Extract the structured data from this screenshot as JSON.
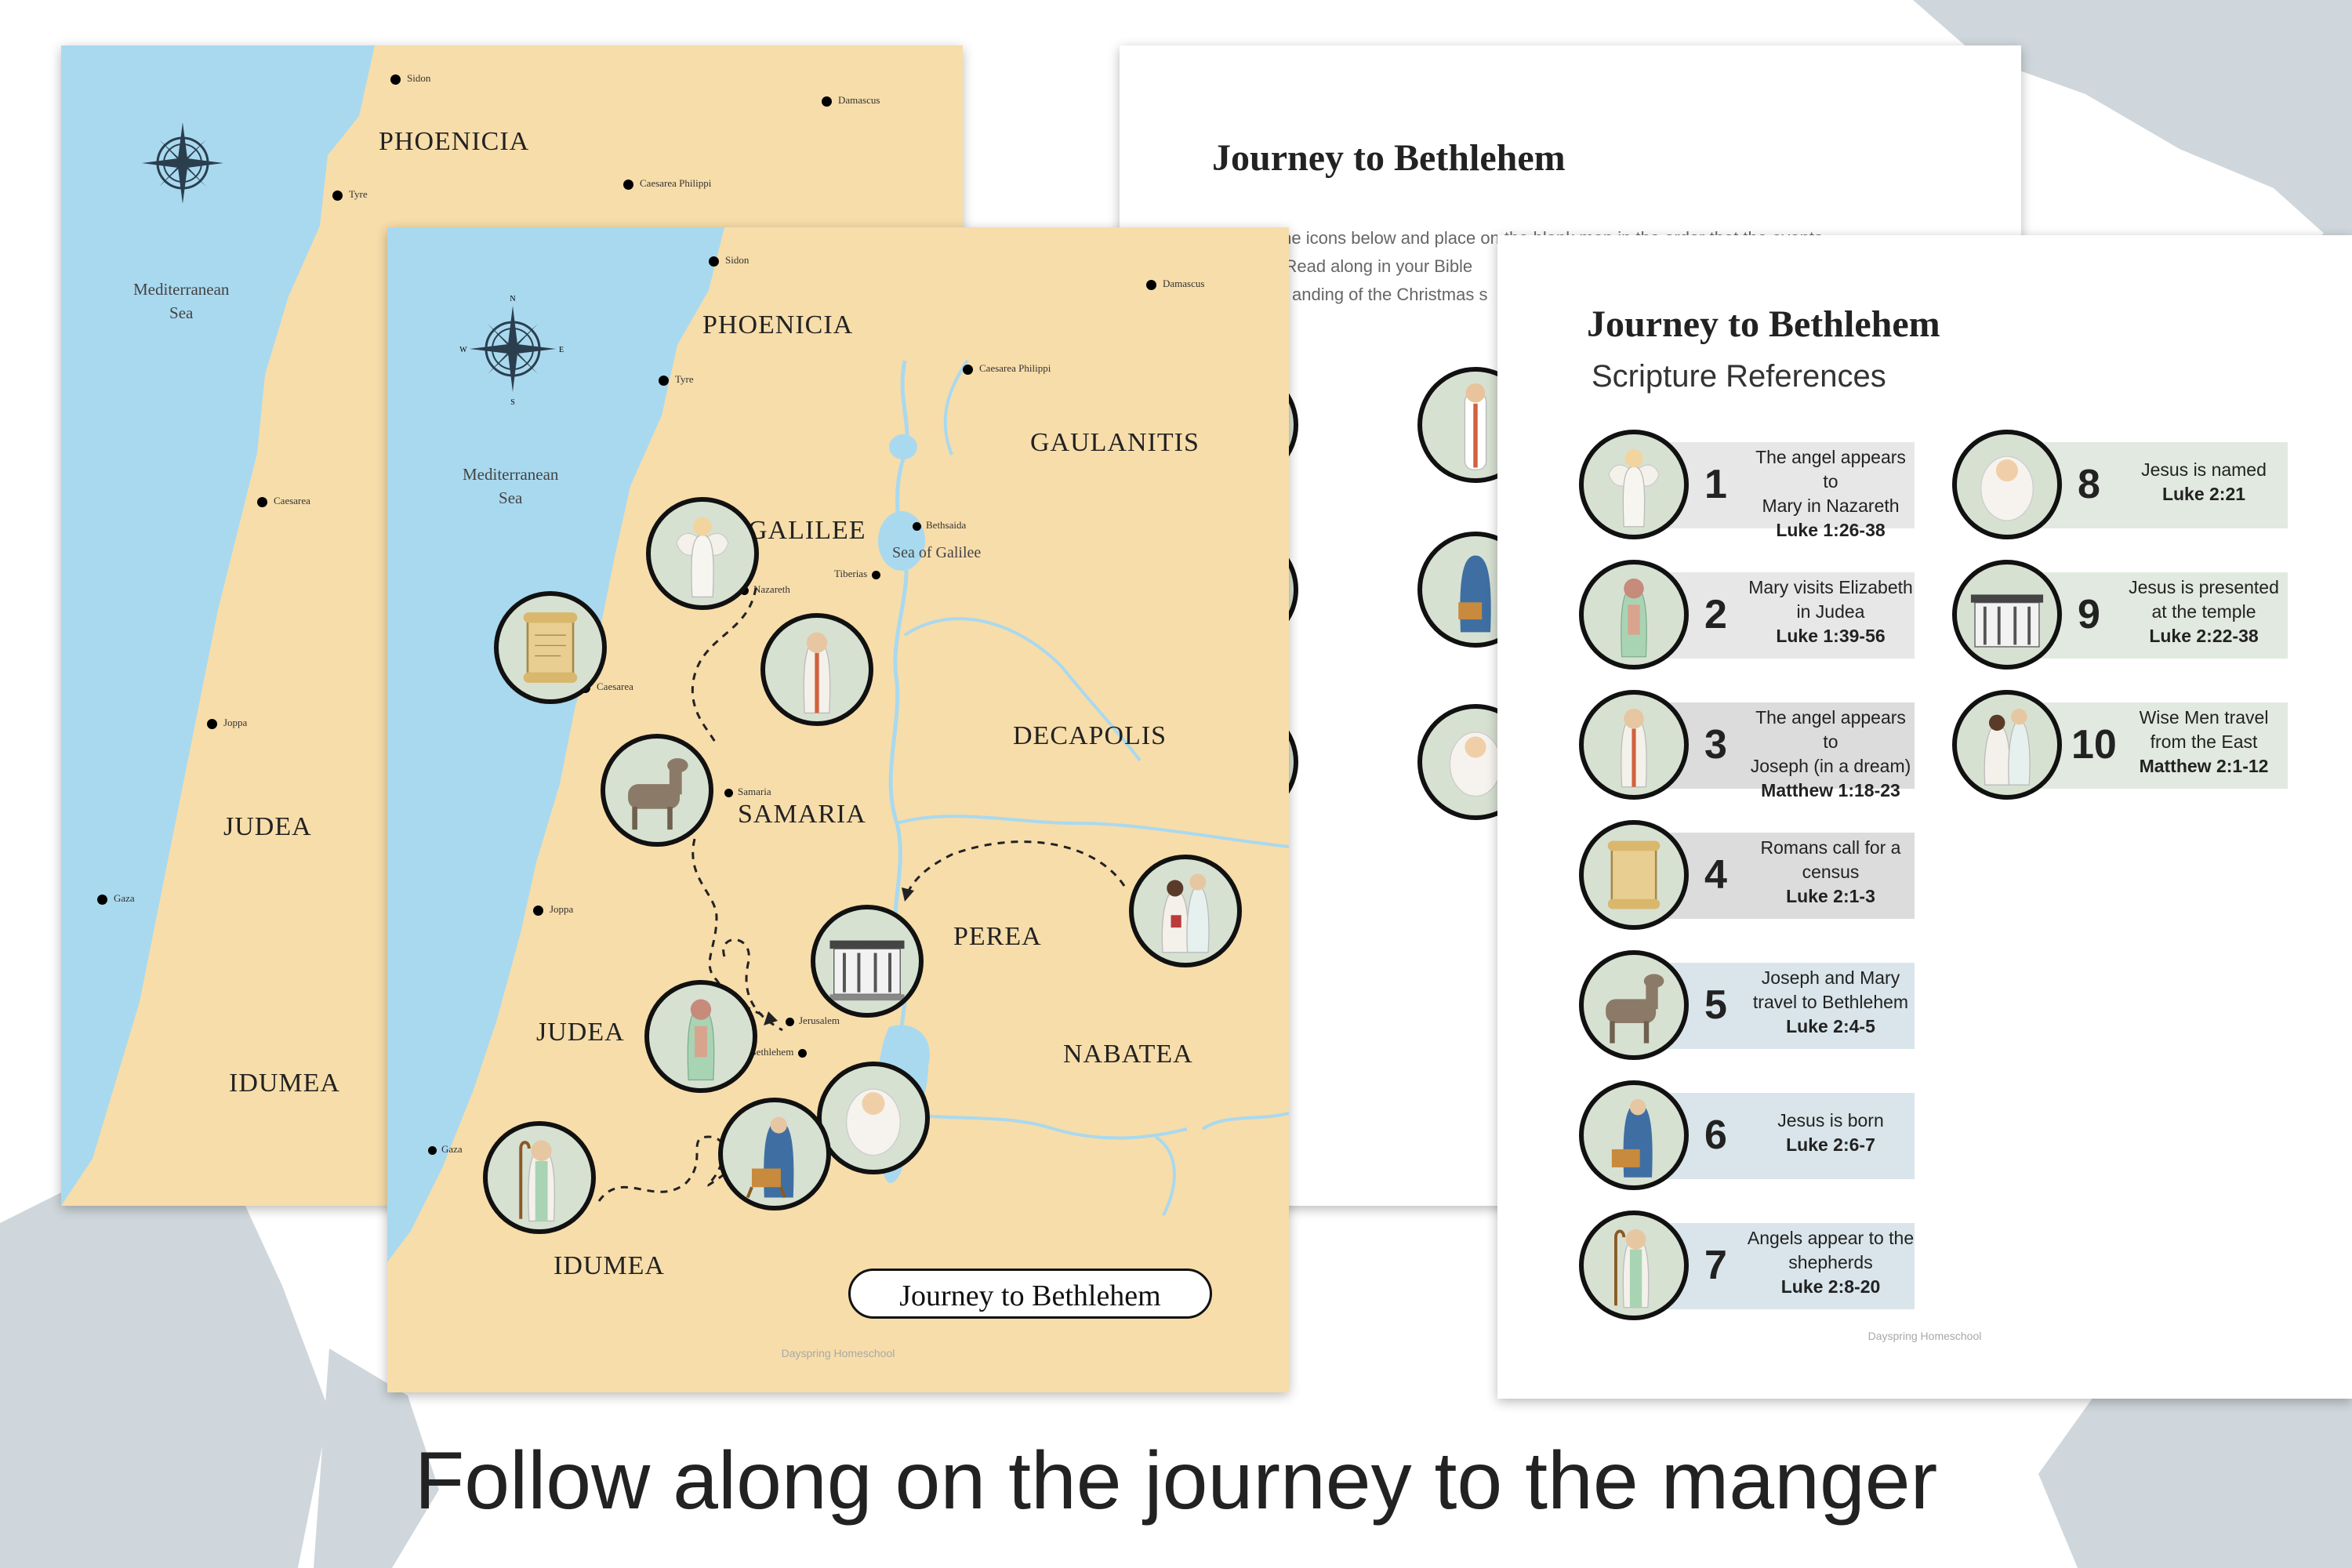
{
  "map_labels": {
    "phoenicia": "PHOENICIA",
    "galilee": "GALILEE",
    "gaulanitis": "GAULANITIS",
    "decapolis": "DECAPOLIS",
    "samaria": "SAMARIA",
    "perea": "PEREA",
    "judea": "JUDEA",
    "nabatea": "NABATEA",
    "idumea": "IDUMEA",
    "sea_med_1": "Mediterranean",
    "sea_med_2": "Sea",
    "sea_galilee": "Sea of Galilee"
  },
  "cities": {
    "sidon": "Sidon",
    "damascus": "Damascus",
    "tyre": "Tyre",
    "caesarea_philippi": "Caesarea Philippi",
    "bethsaida": "Bethsaida",
    "tiberias": "Tiberias",
    "nazareth": "Nazareth",
    "caesarea": "Caesarea",
    "samaria": "Samaria",
    "joppa": "Joppa",
    "jerusalem": "Jerusalem",
    "bethlehem": "Bethlehem",
    "gaza": "Gaza"
  },
  "compass": {
    "n": "N",
    "s": "S",
    "e": "E",
    "w": "W"
  },
  "map_title_badge": "Journey to Bethlehem",
  "map_footer": "Dayspring Homeschool",
  "activity_page": {
    "title": "Journey to Bethlehem",
    "instruction_line1": "Cut out the icons below and place on the blank map in the order that the events",
    "instruction_line2": "d. Read along in your Bible",
    "instruction_line3": "anding of the Christmas  s"
  },
  "references_page": {
    "title": "Journey to Bethlehem",
    "subtitle": "Scripture References",
    "footer": "Dayspring Homeschool",
    "items": [
      {
        "num": "1",
        "line1": "The angel appears to",
        "line2": "Mary in Nazareth",
        "ref": "Luke 1:26-38",
        "icon": "angel-icon"
      },
      {
        "num": "2",
        "line1": "Mary visits Elizabeth",
        "line2": "in Judea",
        "ref": "Luke 1:39-56",
        "icon": "elizabeth-icon"
      },
      {
        "num": "3",
        "line1": "The angel appears to",
        "line2": "Joseph (in a dream)",
        "ref": "Matthew 1:18-23",
        "icon": "joseph-icon"
      },
      {
        "num": "4",
        "line1": "Romans call for a",
        "line2": "census",
        "ref": "Luke 2:1-3",
        "icon": "scroll-icon"
      },
      {
        "num": "5",
        "line1": "Joseph and Mary",
        "line2": "travel to Bethlehem",
        "ref": "Luke 2:4-5",
        "icon": "donkey-icon"
      },
      {
        "num": "6",
        "line1": "Jesus is born",
        "line2": "",
        "ref": "Luke 2:6-7",
        "icon": "nativity-icon"
      },
      {
        "num": "7",
        "line1": "Angels appear to the",
        "line2": "shepherds",
        "ref": "Luke 2:8-20",
        "icon": "shepherd-icon"
      },
      {
        "num": "8",
        "line1": "Jesus is named",
        "line2": "",
        "ref": "Luke 2:21",
        "icon": "baby-icon"
      },
      {
        "num": "9",
        "line1": "Jesus is presented",
        "line2": "at the temple",
        "ref": "Luke 2:22-38",
        "icon": "temple-icon"
      },
      {
        "num": "10",
        "line1": "Wise Men travel",
        "line2": "from the East",
        "ref": "Matthew 2:1-12",
        "icon": "wise-men-icon"
      }
    ]
  },
  "caption": "Follow along on the journey to the manger",
  "colors": {
    "map_land": "#f7ddaa",
    "map_water": "#a9d9ef",
    "icon_bg": "#d7e1d2",
    "band_gray": "#e7e7e7",
    "band_blue": "#d9e5ea",
    "band_green": "#e2e9e0",
    "background_brush": "#cfd7dc"
  }
}
